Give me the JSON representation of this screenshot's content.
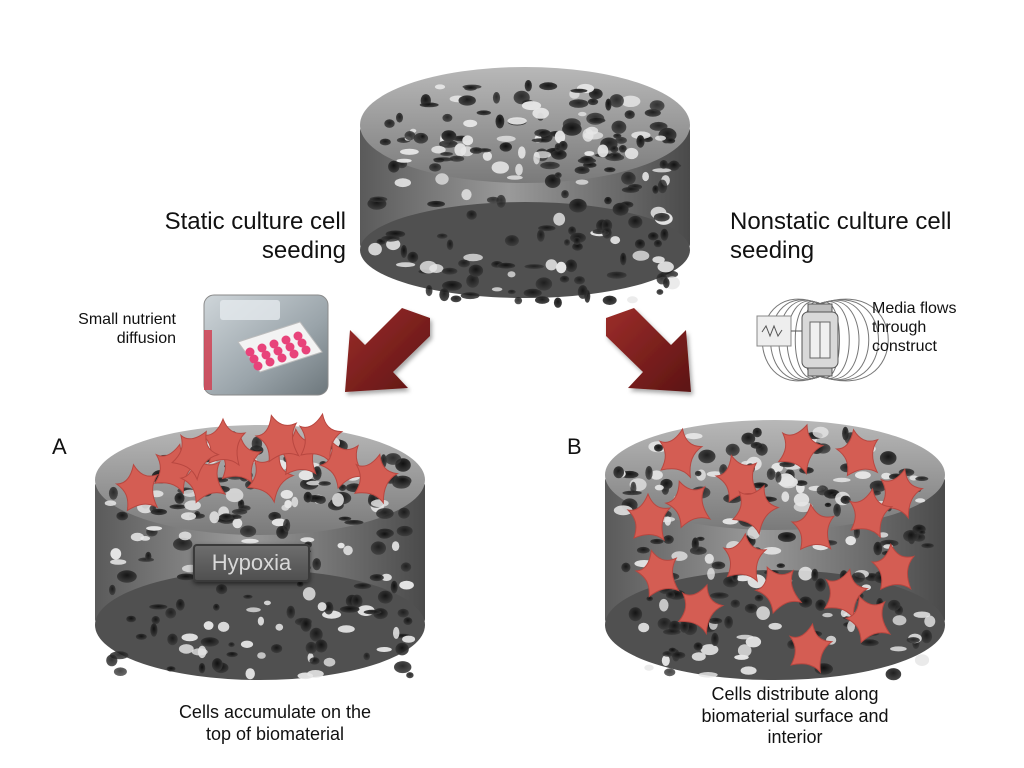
{
  "title_static": "Static culture cell seeding",
  "title_static_lines": [
    "Static culture cell",
    "seeding"
  ],
  "title_nonstatic": "Nonstatic culture cell seeding",
  "title_nonstatic_lines": [
    "Nonstatic culture cell",
    "seeding"
  ],
  "static_note": "Small nutrient diffusion",
  "static_note_lines": [
    "Small nutrient",
    "diffusion"
  ],
  "flow_note": "Media flows through construct",
  "flow_note_lines": [
    "Media flows",
    "through",
    "construct"
  ],
  "panel_a": {
    "label": "A",
    "badge": "Hypoxia",
    "caption_lines": [
      "Cells accumulate on the",
      "top of biomaterial"
    ]
  },
  "panel_b": {
    "label": "B",
    "caption_lines": [
      "Cells distribute along",
      "biomaterial surface and",
      "interior"
    ]
  },
  "colors": {
    "cell": "#d45d53",
    "cell_edge": "#b84740",
    "arrow": "#7a1e1c",
    "scaffold_dark": "#2a2a2a",
    "scaffold_light": "#cfcfcf",
    "plate_pink": "#e8437a"
  },
  "icons": [
    "porous-scaffold",
    "well-plate-photo",
    "bioreactor-icon",
    "cell-shape"
  ]
}
